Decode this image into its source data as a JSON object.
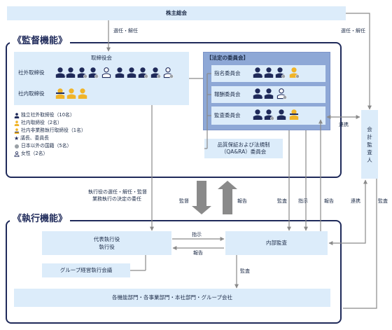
{
  "shareholders": {
    "label": "株主総会"
  },
  "supervision": {
    "title": "《監督機能》",
    "board": {
      "title": "取締役会",
      "outside_label": "社外取締役",
      "inside_label": "社内取締役"
    },
    "committees": {
      "title": "【法定の委員会】",
      "nomination": "指名委員会",
      "compensation": "報酬委員会",
      "audit": "監査委員会"
    },
    "qa_committee": {
      "line1": "品質保証および法規制",
      "line2": "（QA&RA）委員会"
    },
    "legend": [
      {
        "icon": "independent-outside-director-icon",
        "text": "独立社外取締役（10名）"
      },
      {
        "icon": "inside-director-icon",
        "text": "社内取締役（2名）"
      },
      {
        "icon": "inside-non-executive-director-icon",
        "text": "社内非業務執行取締役（1名）"
      },
      {
        "icon": "star-icon",
        "text": "議長、委員長"
      },
      {
        "icon": "foreign-nationality-icon",
        "text": "日本以外の国籍（5名）"
      },
      {
        "icon": "female-icon",
        "text": "女性（2名）"
      }
    ]
  },
  "execution": {
    "title": "《執行機能》",
    "ceo": {
      "line1": "代表執行役",
      "line2": "執行役"
    },
    "internal_audit": "内部監査",
    "group_committee": "グループ経営執行会議",
    "departments": "各機能部門・各事業部門・本社部門・グループ会社"
  },
  "auditor": {
    "label": "会計監査人"
  },
  "flows": {
    "elect_dismiss_left": "選任・解任",
    "elect_dismiss_right": "選任・解任",
    "delegation_line1": "執行役の選任・解任・監督",
    "delegation_line2": "業務執行の決定の委任",
    "supervise": "監督",
    "report_center": "報告",
    "audit_down": "監査",
    "instruct_down": "指示",
    "report_up": "報告",
    "cooperate_mid": "連携",
    "cooperate_low": "連携",
    "audit_right": "監査",
    "instruct_h": "指示",
    "report_h": "報告",
    "audit_inner": "監査"
  },
  "colors": {
    "navy": "#1f2a5a",
    "box_fill": "#dcecfa",
    "committee_panel": "#8ea8d6",
    "inside_director": "#f0b429",
    "foreign_badge": "#9aa0a6",
    "arrow_gray": "#8a8a8a"
  }
}
